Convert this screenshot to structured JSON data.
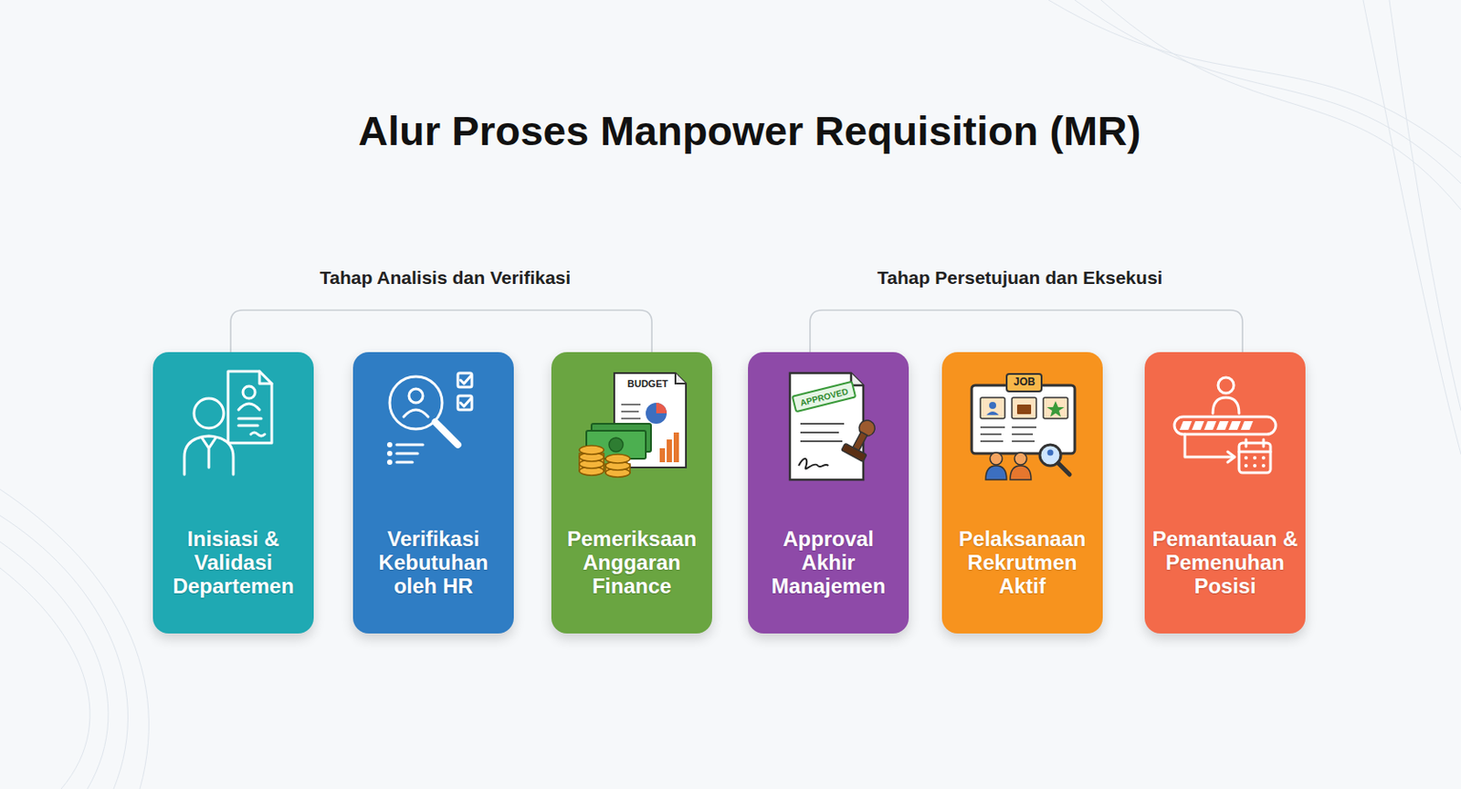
{
  "diagram": {
    "title": "Alur Proses Manpower Requisition (MR)",
    "nodes": [
      {
        "text": [
          "Inisiasi & Validasi Departemen"
        ]
      },
      {
        "text": [
          "Verifikasi Kebutuhan oleh HR"
        ]
      },
      {
        "text": [
          "Pemeriksaan Anggaran Finance"
        ]
      },
      {
        "text": [
          "Approval Akhir Manajemen"
        ]
      },
      {
        "text": [
          "Pelaksanaan Rekrutmen Aktif"
        ]
      },
      {
        "text": [
          "Pemantauan & Pemenuhan Posisi"
        ]
      }
    ],
    "labels": [
      "Tahap Analisis dan Verifikasi",
      "Tahap Persetujuan dan Eksekusi",
      "BUDGET",
      "APPROVED",
      "JOB"
    ]
  }
}
